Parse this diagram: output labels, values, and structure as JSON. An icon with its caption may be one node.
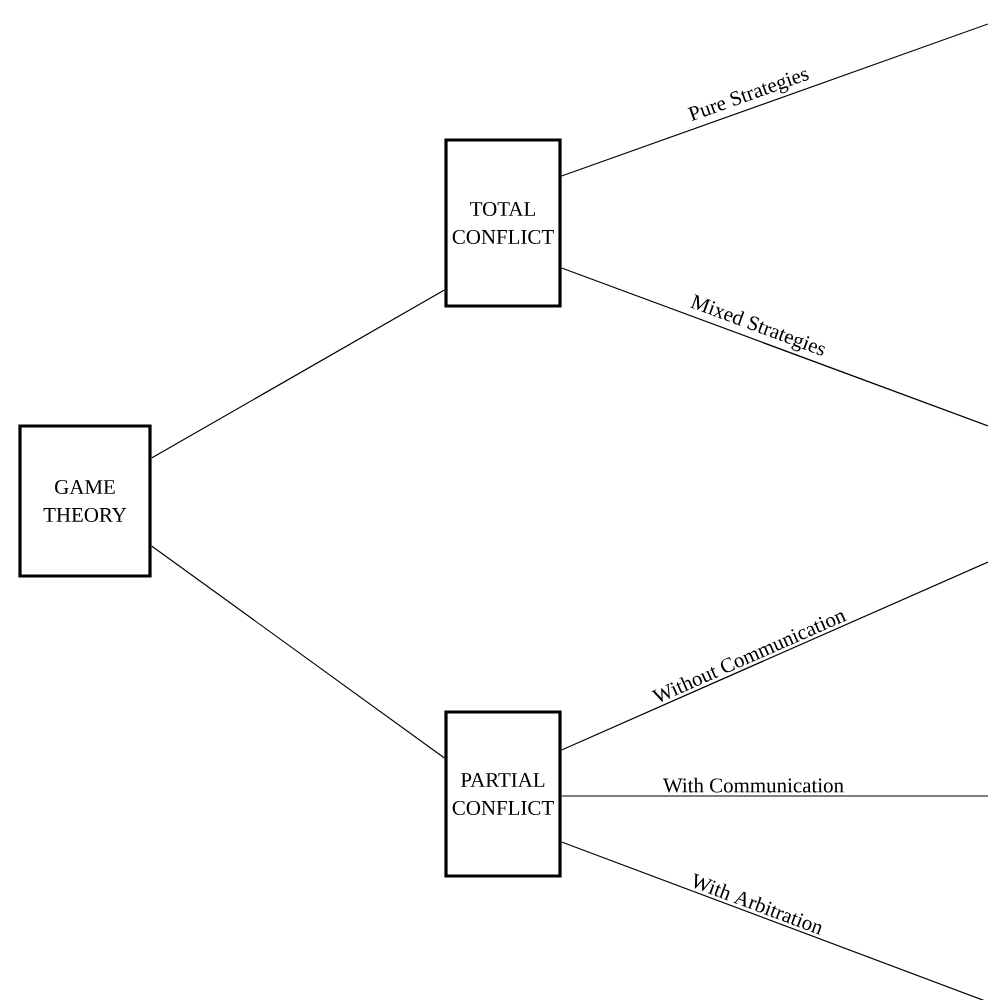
{
  "diagram": {
    "nodes": [
      {
        "text": [
          "GAME THEORY"
        ]
      },
      {
        "text": [
          "TOTAL CONFLICT"
        ]
      },
      {
        "text": [
          "PARTIAL CONFLICT"
        ]
      }
    ],
    "edges": [
      {
        "from": 0,
        "to": 1,
        "arrow": "none"
      },
      {
        "from": 0,
        "to": 2,
        "arrow": "none"
      },
      {
        "from": 1,
        "to": null,
        "arrow": "none",
        "label": "Pure Strategies"
      },
      {
        "from": 1,
        "to": null,
        "arrow": "none",
        "label": "Mixed Strategies"
      },
      {
        "from": 2,
        "to": null,
        "arrow": "none",
        "label": "Without Communication"
      },
      {
        "from": 2,
        "to": null,
        "arrow": "none",
        "label": "With Communication"
      },
      {
        "from": 2,
        "to": null,
        "arrow": "none",
        "label": "With Arbitration"
      }
    ]
  }
}
